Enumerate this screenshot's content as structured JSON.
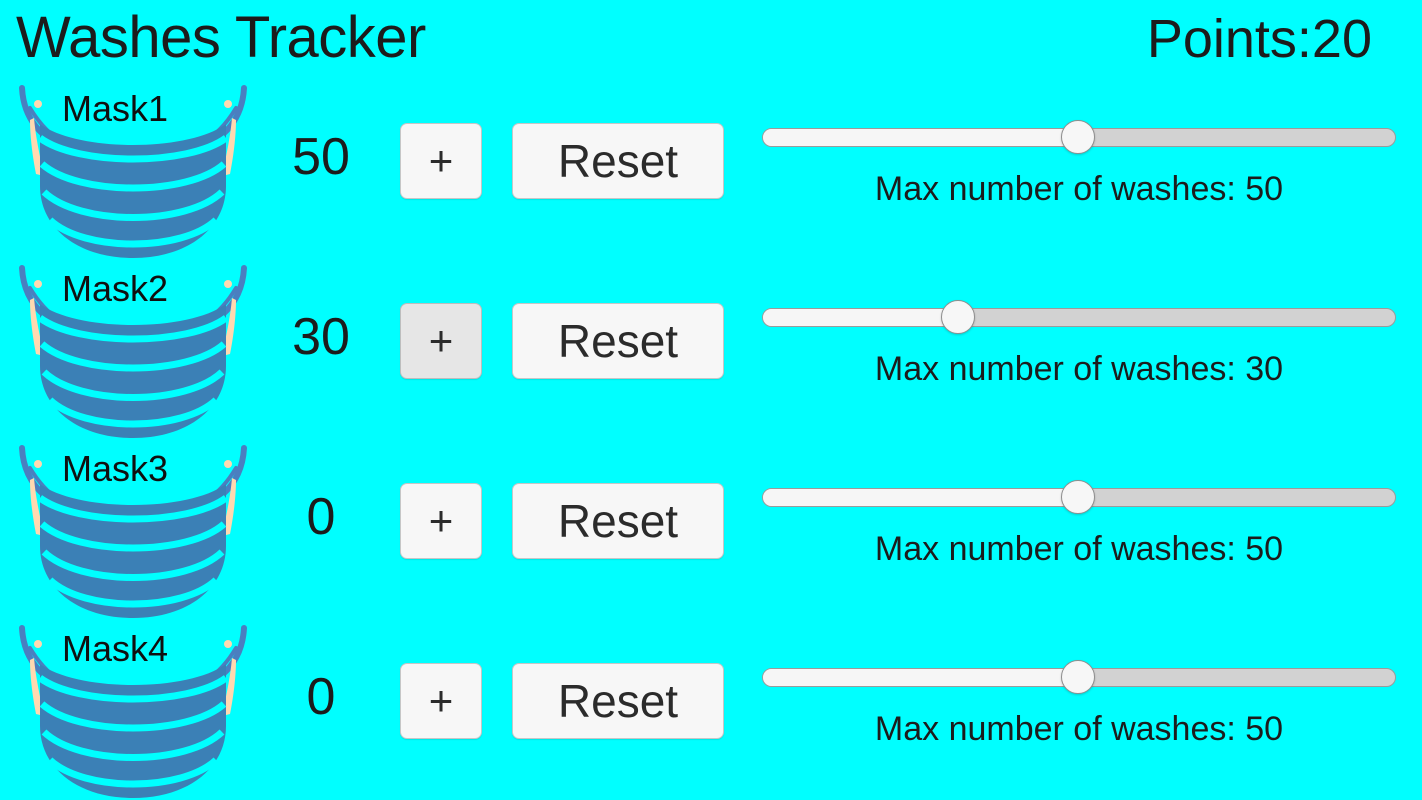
{
  "app": {
    "title": "Washes Tracker",
    "points_label": "Points:20",
    "background_color": "#00FFFF",
    "text_color": "#1c1c1c"
  },
  "rows": [
    {
      "mask_name": "Mask1",
      "mask_icon": "face-mask-icon",
      "count": "50",
      "increment_label": "+",
      "reset_label": "Reset",
      "slider": {
        "value": 50,
        "min": 0,
        "max": 100,
        "percent": 49.8,
        "pressed": false
      },
      "max_caption": "Max number of washes: 50"
    },
    {
      "mask_name": "Mask2",
      "mask_icon": "face-mask-icon",
      "count": "30",
      "increment_label": "+",
      "reset_label": "Reset",
      "slider": {
        "value": 30,
        "min": 0,
        "max": 100,
        "percent": 30.9,
        "pressed": true
      },
      "max_caption": "Max number of washes: 30"
    },
    {
      "mask_name": "Mask3",
      "mask_icon": "face-mask-icon",
      "count": "0",
      "increment_label": "+",
      "reset_label": "Reset",
      "slider": {
        "value": 50,
        "min": 0,
        "max": 100,
        "percent": 49.8,
        "pressed": false
      },
      "max_caption": "Max number of washes: 50"
    },
    {
      "mask_name": "Mask4",
      "mask_icon": "face-mask-icon",
      "count": "0",
      "increment_label": "+",
      "reset_label": "Reset",
      "slider": {
        "value": 50,
        "min": 0,
        "max": 100,
        "percent": 49.8,
        "pressed": false
      },
      "max_caption": "Max number of washes: 50"
    }
  ],
  "colors": {
    "mask_body": "#3b80b6",
    "mask_outline": "#4a7fc0",
    "mask_strap": "#ffd9b0",
    "button_face": "#f7f7f7",
    "button_pressed": "#e6e6e6",
    "slider_fill": "#f6f6f6",
    "slider_rail": "#d2d2d2"
  }
}
